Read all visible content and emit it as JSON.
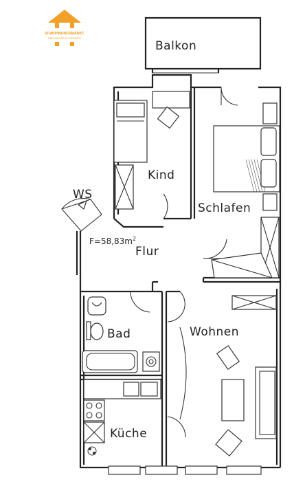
{
  "logo": {
    "brand": "SI-WOHNUNGSMARKT",
    "tagline": "DER MAKLER IN CHEMNITZ",
    "color": "#F2A02A"
  },
  "rooms": {
    "balcony": "Balkon",
    "child": "Kind",
    "bedroom": "Schlafen",
    "hallway": "Flur",
    "bath": "Bad",
    "living": "Wohnen",
    "kitchen": "Küche",
    "wardrobe": "WS"
  },
  "area": {
    "label": "F=58,83m",
    "unit_sup": "2"
  },
  "colors": {
    "wall": "#222222",
    "background": "#ffffff"
  }
}
